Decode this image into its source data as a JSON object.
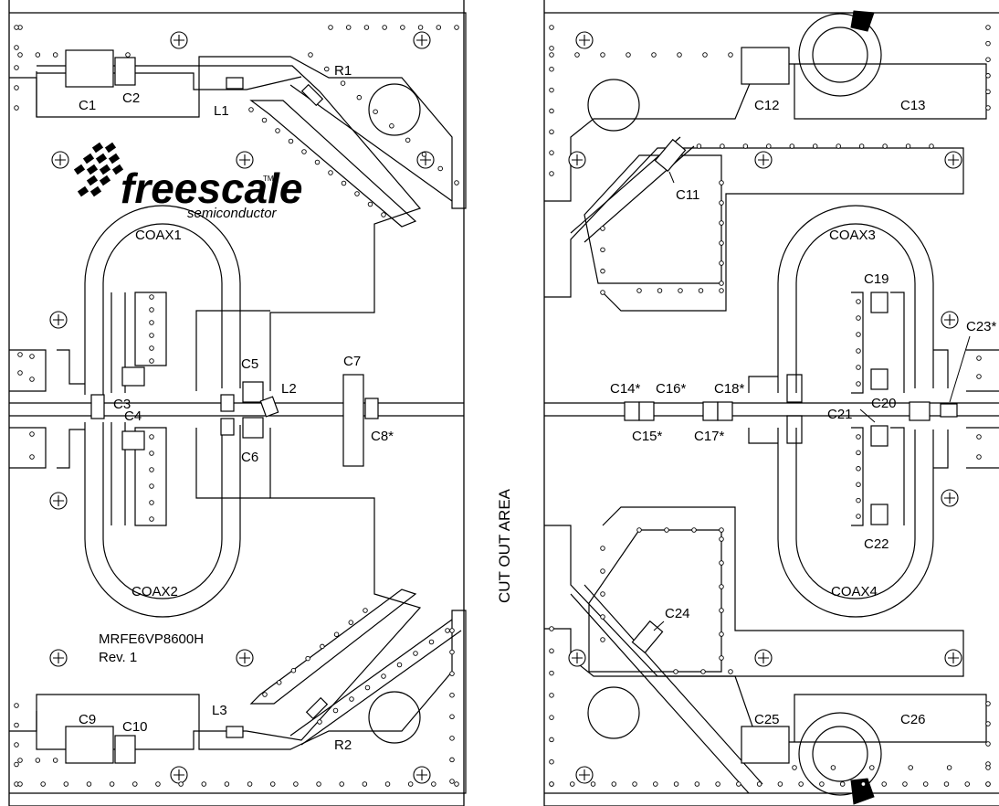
{
  "board": {
    "brand": "freescale",
    "trademark": "TM",
    "brand_sub": "semiconductor",
    "part_number": "MRFE6VP8600H",
    "revision": "Rev. 1",
    "cut_out_label": "CUT OUT AREA"
  },
  "components": {
    "c1": "C1",
    "c2": "C2",
    "c3": "C3",
    "c4": "C4",
    "c5": "C5",
    "c6": "C6",
    "c7": "C7",
    "c8": "C8*",
    "c9": "C9",
    "c10": "C10",
    "c11": "C11",
    "c12": "C12",
    "c13": "C13",
    "c14": "C14*",
    "c15": "C15*",
    "c16": "C16*",
    "c17": "C17*",
    "c18": "C18*",
    "c19": "C19",
    "c20": "C20",
    "c21": "C21",
    "c22": "C22",
    "c23": "C23*",
    "c24": "C24",
    "c25": "C25",
    "c26": "C26",
    "r1": "R1",
    "r2": "R2",
    "l1": "L1",
    "l2": "L2",
    "l3": "L3",
    "coax1": "COAX1",
    "coax2": "COAX2",
    "coax3": "COAX3",
    "coax4": "COAX4"
  },
  "colors": {
    "ink": "#000000",
    "paper": "#ffffff"
  }
}
